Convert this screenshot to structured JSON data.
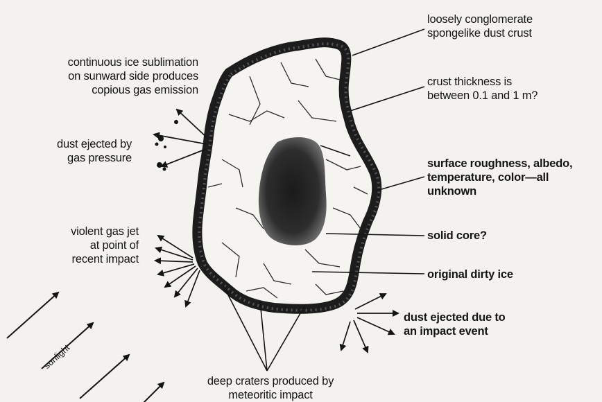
{
  "labels": {
    "sublimation": [
      "continuous ice sublimation",
      "on sunward side produces",
      "copious gas emission"
    ],
    "dust_gas_pressure": [
      "dust ejected by",
      "gas pressure"
    ],
    "gas_jet": [
      "violent gas jet",
      "at point of",
      "recent impact"
    ],
    "sunlight": "sunlight",
    "craters": [
      "deep craters produced by",
      "meteoritic impact"
    ],
    "crust_material": [
      "loosely conglomerate",
      "spongelike dust crust"
    ],
    "crust_thickness": [
      "crust thickness is",
      "between 0.1 and 1 m?"
    ],
    "surface_props": [
      "surface roughness, albedo,",
      "temperature, color—all",
      "unknown"
    ],
    "solid_core": "solid core?",
    "dirty_ice": "original dirty ice",
    "dust_impact": [
      "dust ejected due to",
      "an impact event"
    ]
  },
  "colors": {
    "ink": "#141414",
    "paper": "#f4f2ee",
    "crust": "#1c1c1c",
    "core": "#2a2a2a"
  }
}
